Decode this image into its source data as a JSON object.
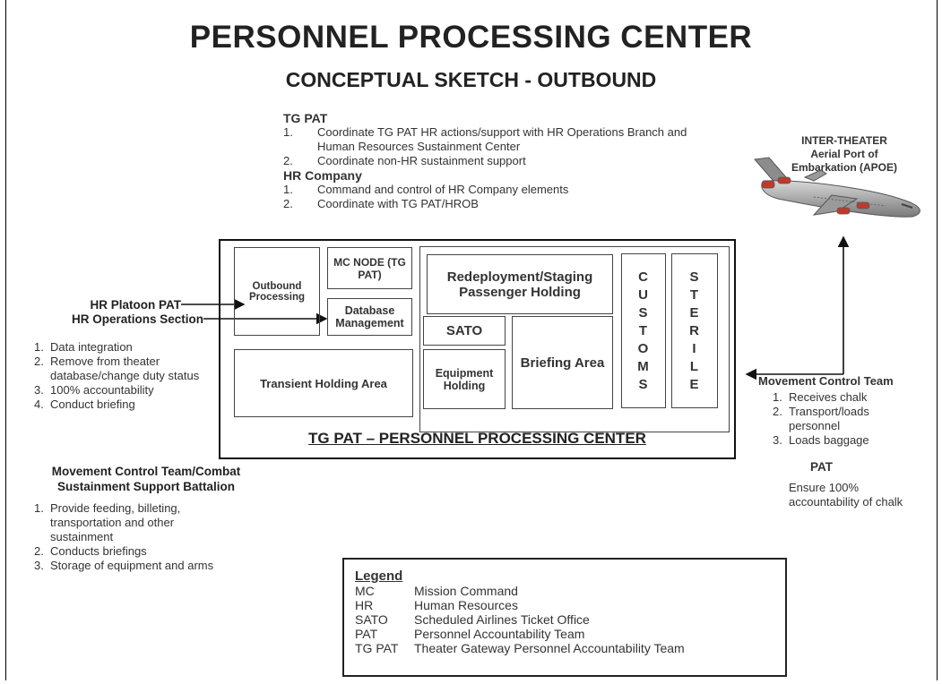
{
  "title": "PERSONNEL PROCESSING CENTER",
  "subtitle": "CONCEPTUAL SKETCH - OUTBOUND",
  "tg_pat": {
    "heading": "TG PAT",
    "items": [
      {
        "num": "1.",
        "text": "Coordinate TG PAT HR actions/support with HR Operations Branch and Human Resources Sustainment Center"
      },
      {
        "num": "2.",
        "text": "Coordinate non-HR sustainment support"
      }
    ]
  },
  "hr_company": {
    "heading": "HR Company",
    "items": [
      {
        "num": "1.",
        "text": "Command and control of HR Company elements"
      },
      {
        "num": "2.",
        "text": "Coordinate with TG PAT/HROB"
      }
    ]
  },
  "apoe": {
    "line1": "INTER-THEATER",
    "line2": "Aerial Port of",
    "line3": "Embarkation (APOE)"
  },
  "center": {
    "caption": "TG PAT – PERSONNEL PROCESSING CENTER",
    "outbound": "Outbound Processing",
    "mc_node": "MC NODE (TG PAT)",
    "database": "Database Management",
    "transient": "Transient Holding Area",
    "redeployment": "Redeployment/Staging Passenger Holding",
    "sato": "SATO",
    "equipment": "Equipment Holding",
    "briefing": "Briefing Area",
    "customs": [
      "C",
      "U",
      "S",
      "T",
      "O",
      "M",
      "S"
    ],
    "sterile": [
      "S",
      "T",
      "E",
      "R",
      "I",
      "L",
      "E"
    ]
  },
  "hr_platoon": {
    "line1": "HR Platoon PAT",
    "line2": "HR Operations Section",
    "items": [
      {
        "num": "1.",
        "text": "Data integration"
      },
      {
        "num": "2.",
        "text": "Remove from theater database/change duty status"
      },
      {
        "num": "3.",
        "text": "100% accountability"
      },
      {
        "num": "4.",
        "text": "Conduct briefing"
      }
    ]
  },
  "mct_cssb": {
    "heading": "Movement Control Team/Combat Sustainment Support Battalion",
    "items": [
      {
        "num": "1.",
        "text": "Provide feeding, billeting, transportation and other sustainment"
      },
      {
        "num": "2.",
        "text": "Conducts briefings"
      },
      {
        "num": "3.",
        "text": "Storage of equipment and arms"
      }
    ]
  },
  "mct": {
    "heading": "Movement Control Team",
    "items": [
      {
        "num": "1.",
        "text": "Receives chalk"
      },
      {
        "num": "2.",
        "text": "Transport/loads personnel"
      },
      {
        "num": "3.",
        "text": "Loads baggage"
      }
    ],
    "pat_heading": "PAT",
    "pat_text": "Ensure 100% accountability of chalk"
  },
  "legend": {
    "title": "Legend",
    "rows": [
      {
        "abbr": "MC",
        "meaning": "Mission Command"
      },
      {
        "abbr": "HR",
        "meaning": "Human Resources"
      },
      {
        "abbr": "SATO",
        "meaning": "Scheduled Airlines Ticket Office"
      },
      {
        "abbr": "PAT",
        "meaning": "Personnel Accountability Team"
      },
      {
        "abbr": "TG PAT",
        "meaning": "Theater Gateway Personnel Accountability Team"
      }
    ]
  }
}
